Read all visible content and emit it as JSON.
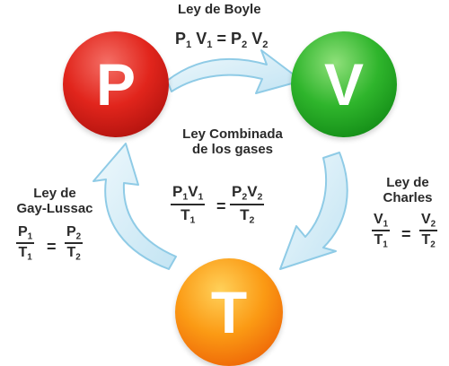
{
  "balls": {
    "p": "P",
    "v": "V",
    "t": "T"
  },
  "boyle": {
    "title": "Ley de Boyle",
    "p1": "P",
    "p1_sub": "1",
    "v1": "V",
    "v1_sub": "1",
    "eq": "=",
    "p2": "P",
    "p2_sub": "2",
    "v2": "V",
    "v2_sub": "2"
  },
  "combinada": {
    "title_line1": "Ley Combinada",
    "title_line2": "de los gases",
    "left_num_a": "P",
    "left_num_a_sub": "1",
    "left_num_b": "V",
    "left_num_b_sub": "1",
    "left_den": "T",
    "left_den_sub": "1",
    "eq": "=",
    "right_num_a": "P",
    "right_num_a_sub": "2",
    "right_num_b": "V",
    "right_num_b_sub": "2",
    "right_den": "T",
    "right_den_sub": "2"
  },
  "gay_lussac": {
    "title_line1": "Ley de",
    "title_line2": "Gay-Lussac",
    "left_num": "P",
    "left_num_sub": "1",
    "left_den": "T",
    "left_den_sub": "1",
    "eq": "=",
    "right_num": "P",
    "right_num_sub": "2",
    "right_den": "T",
    "right_den_sub": "2"
  },
  "charles": {
    "title_line1": "Ley de",
    "title_line2": "Charles",
    "left_num": "V",
    "left_num_sub": "1",
    "left_den": "T",
    "left_den_sub": "1",
    "eq": "=",
    "right_num": "V",
    "right_num_sub": "2",
    "right_den": "T",
    "right_den_sub": "2"
  },
  "colors": {
    "p_ball": "#e1251c",
    "v_ball": "#2fb52c",
    "t_ball": "#fb9a14",
    "arrow_fill": "#d7eef8",
    "arrow_stroke": "#8fcbe6",
    "text": "#2b2b2b"
  }
}
